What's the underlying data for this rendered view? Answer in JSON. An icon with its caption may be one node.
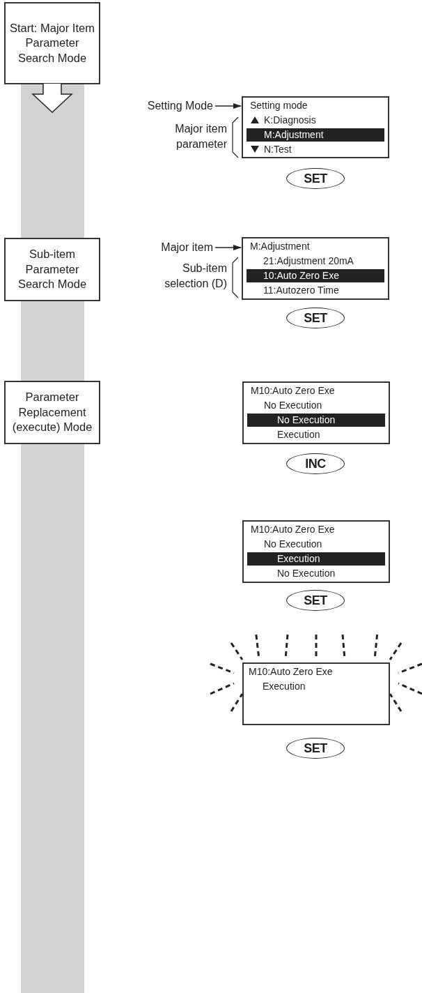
{
  "diagram": {
    "nodes": [
      {
        "text": [
          "Start: Major Item Parameter Search Mode"
        ]
      },
      {
        "text": [
          "Sub-item Parameter Search Mode"
        ]
      },
      {
        "text": [
          "Parameter Replacement (execute) Mode"
        ]
      },
      {
        "text": [
          "Setting Mode"
        ]
      },
      {
        "text": [
          "Setting mode",
          "K:Diagnosis",
          "M:Adjustment",
          "N:Test"
        ]
      },
      {
        "text": [
          "SET"
        ]
      },
      {
        "text": [
          "Major item"
        ]
      },
      {
        "text": [
          "M:Adjustment",
          "21:Adjustment 20mA",
          "10:Auto Zero Exe",
          "11:Autozero Time"
        ]
      },
      {
        "text": [
          "SET"
        ]
      },
      {
        "text": [
          "M10:Auto Zero Exe",
          "No Execution",
          "No Execution",
          "Execution"
        ]
      },
      {
        "text": [
          "INC"
        ]
      },
      {
        "text": [
          "M10:Auto Zero Exe",
          "No Execution",
          "Execution",
          "No Execution"
        ]
      },
      {
        "text": [
          "SET"
        ]
      },
      {
        "text": [
          "M10:Auto Zero Exe",
          "Execution"
        ]
      },
      {
        "text": [
          "SET"
        ]
      }
    ],
    "edges": [
      {
        "from": 0,
        "to": null,
        "arrow": "to",
        "style": "thick"
      },
      {
        "from": 3,
        "to": 4,
        "arrow": "to"
      },
      {
        "from": 6,
        "to": 7,
        "arrow": "to"
      }
    ],
    "labels": [
      "Major item parameter",
      "Sub-item selection (D)"
    ]
  }
}
